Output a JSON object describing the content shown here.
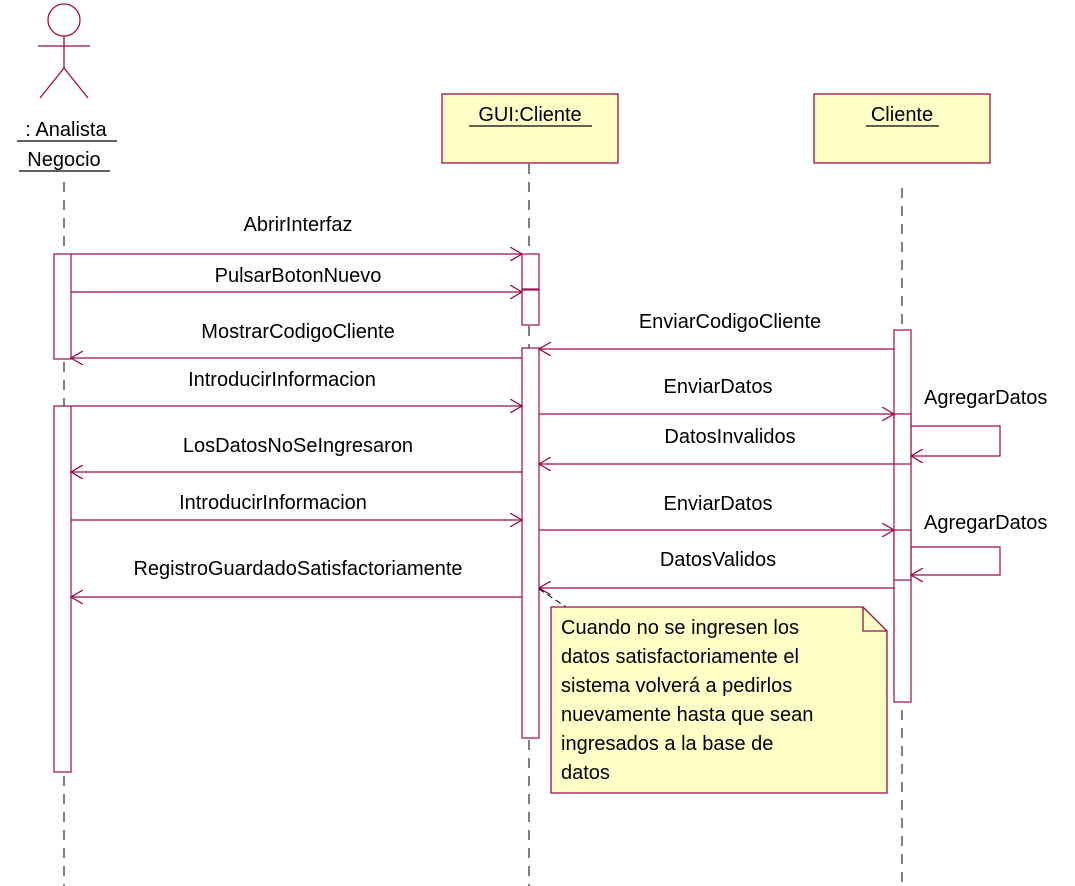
{
  "colors": {
    "line": "#9b0a4e",
    "note_fill": "#ffffc8",
    "box_fill": "#ffffc8",
    "box_border": "#9b0a4e",
    "text": "#000000"
  },
  "actor": {
    "icon": "stick-figure-icon",
    "line1": ": Analista",
    "line2": "Negocio"
  },
  "objects": [
    {
      "id": "gui",
      "label": "GUI:Cliente"
    },
    {
      "id": "cliente",
      "label": "Cliente"
    }
  ],
  "messages": [
    {
      "label": "AbrirInterfaz",
      "from": "analista",
      "to": "gui"
    },
    {
      "label": "PulsarBotonNuevo",
      "from": "analista",
      "to": "gui"
    },
    {
      "label": "EnviarCodigoCliente",
      "from": "cliente",
      "to": "gui"
    },
    {
      "label": "MostrarCodigoCliente",
      "from": "gui",
      "to": "analista"
    },
    {
      "label": "IntroducirInformacion",
      "from": "analista",
      "to": "gui"
    },
    {
      "label": "EnviarDatos",
      "from": "gui",
      "to": "cliente"
    },
    {
      "label": "AgregarDatos",
      "from": "cliente",
      "to": "cliente"
    },
    {
      "label": "DatosInvalidos",
      "from": "cliente",
      "to": "gui"
    },
    {
      "label": "LosDatosNoSeIngresaron",
      "from": "gui",
      "to": "analista"
    },
    {
      "label": "IntroducirInformacion",
      "from": "analista",
      "to": "gui"
    },
    {
      "label": "EnviarDatos",
      "from": "gui",
      "to": "cliente"
    },
    {
      "label": "AgregarDatos",
      "from": "cliente",
      "to": "cliente"
    },
    {
      "label": "DatosValidos",
      "from": "cliente",
      "to": "gui"
    },
    {
      "label": "RegistroGuardadoSatisfactoriamente",
      "from": "gui",
      "to": "analista"
    }
  ],
  "note": {
    "lines": [
      "Cuando no se ingresen los",
      "datos satisfactoriamente el",
      "sistema volverá  a pedirlos",
      "nuevamente hasta que sean",
      "ingresados a la base de",
      "datos"
    ]
  }
}
